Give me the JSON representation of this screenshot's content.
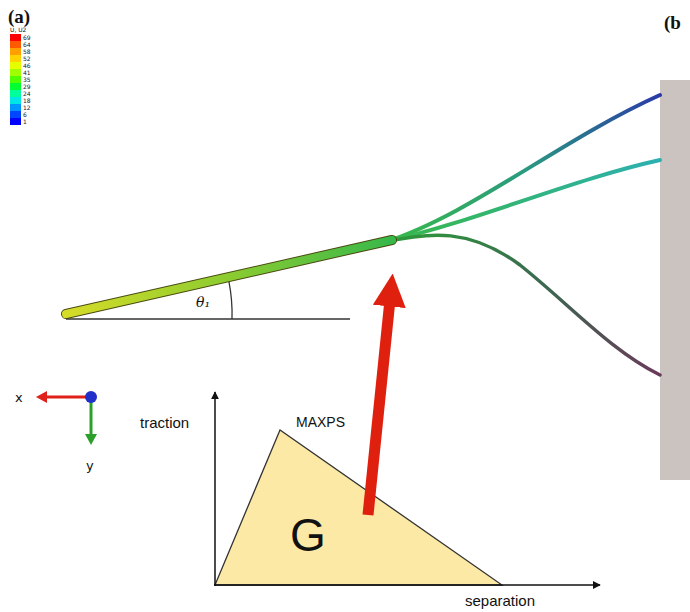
{
  "diagram": {
    "labels": [
      "(a)",
      "(b",
      "U, U2",
      "θ₁",
      "x",
      "y",
      "traction",
      "MAXPS",
      "G",
      "separation"
    ],
    "legend": [
      {
        "text": "69",
        "color": "#ff0000"
      },
      {
        "text": "64",
        "color": "#ff5a00"
      },
      {
        "text": "58",
        "color": "#ffa000"
      },
      {
        "text": "52",
        "color": "#ffd200"
      },
      {
        "text": "46",
        "color": "#e6ff00"
      },
      {
        "text": "41",
        "color": "#a0ff00"
      },
      {
        "text": "35",
        "color": "#50ff00"
      },
      {
        "text": "29",
        "color": "#00ff30"
      },
      {
        "text": "24",
        "color": "#00ff9a"
      },
      {
        "text": "18",
        "color": "#00e6e6"
      },
      {
        "text": "12",
        "color": "#0096ff"
      },
      {
        "text": "6",
        "color": "#0046ff"
      },
      {
        "text": "1",
        "color": "#0000ff"
      }
    ]
  }
}
